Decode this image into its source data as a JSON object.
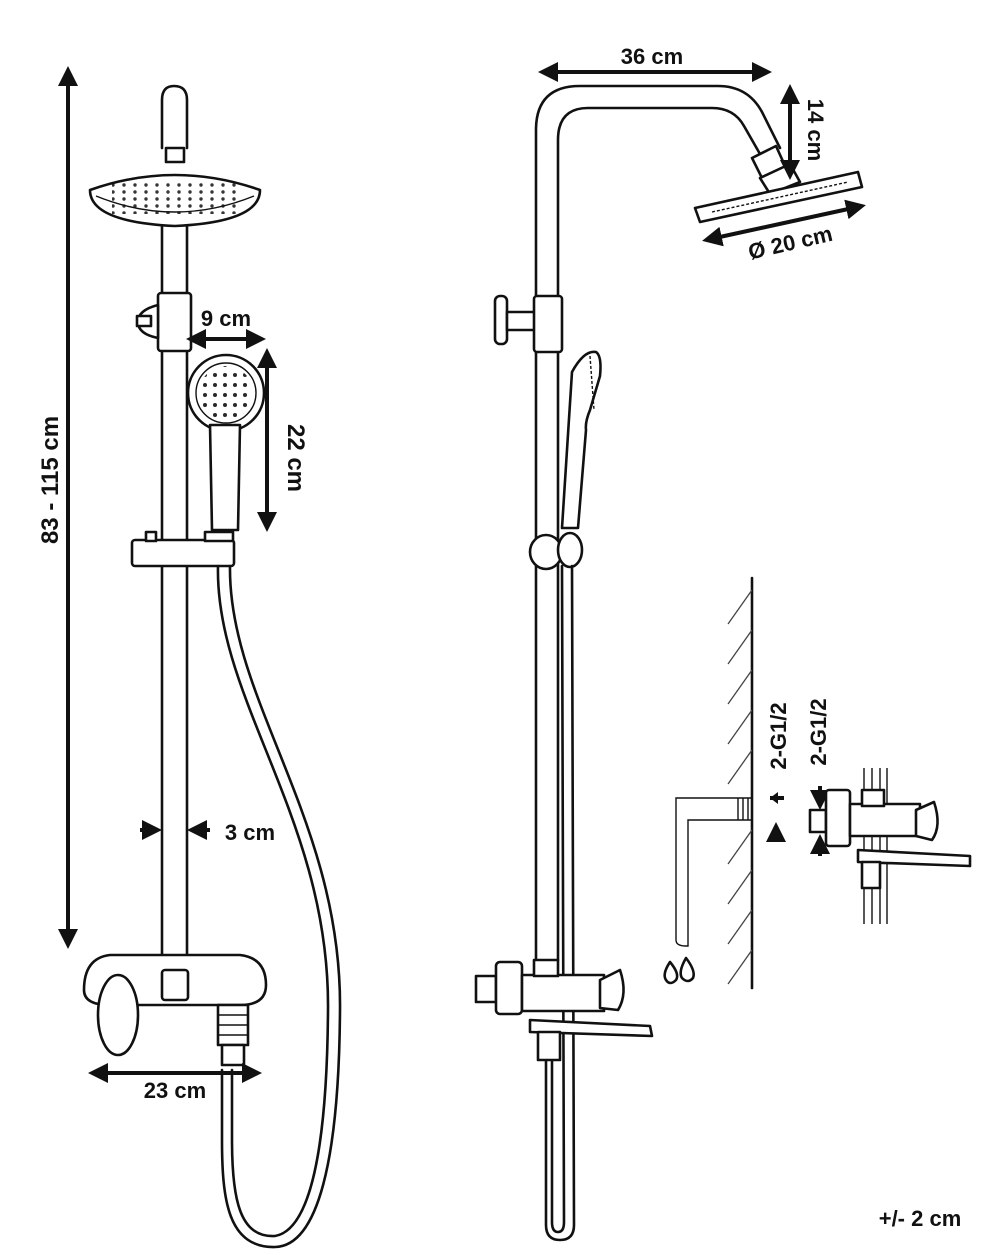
{
  "labels": {
    "height": "83 - 115 cm",
    "shower_head_depth": "9 cm",
    "hand_shower_length": "22 cm",
    "pipe_width": "3 cm",
    "mixer_width": "23 cm",
    "arm_length": "36 cm",
    "arm_height": "14 cm",
    "head_diameter": "Ø 20 cm",
    "thread_a": "2-G1/2",
    "thread_b": "2-G1/2",
    "tolerance": "+/- 2 cm"
  }
}
